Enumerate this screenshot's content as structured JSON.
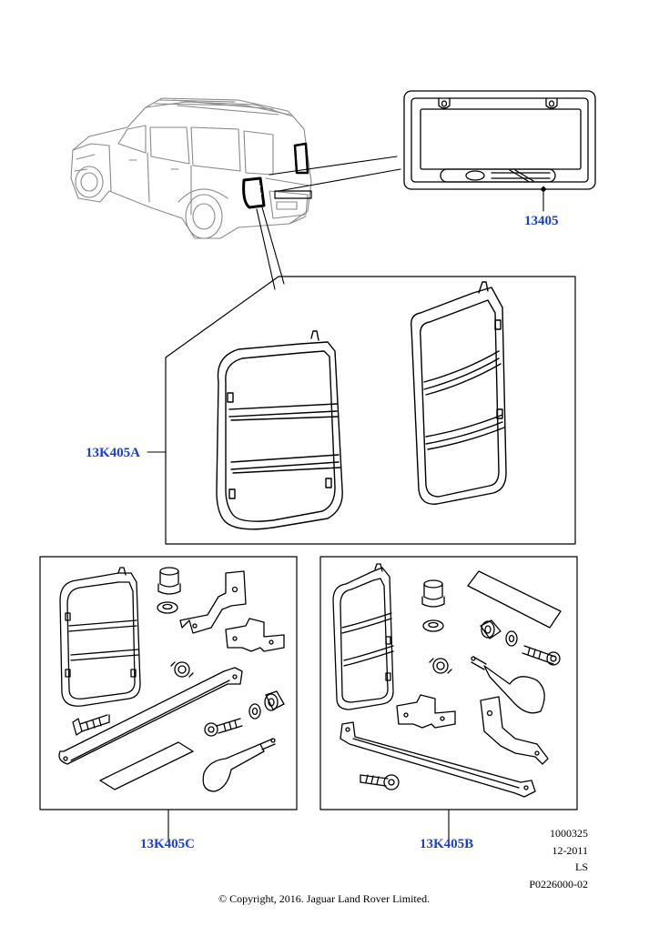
{
  "callouts": {
    "frame": "13405",
    "rear_guard": "13K405A",
    "kit_c": "13K405C",
    "kit_b": "13K405B"
  },
  "meta": {
    "line1": "1000325",
    "line2": "12-2011",
    "line3": "LS",
    "line4": "P0226000-02"
  },
  "copyright": "© Copyright, 2016. Jaguar Land Rover Limited.",
  "colors": {
    "callout": "#1a3fd6",
    "line": "#000000",
    "vehicle": "#8a8a8a"
  },
  "icons": [
    "vehicle-illustration",
    "licence-plate-frame",
    "lamp-guard",
    "bolt",
    "washer",
    "bracket",
    "support-strap",
    "adhesive-pad",
    "screw-tool"
  ]
}
